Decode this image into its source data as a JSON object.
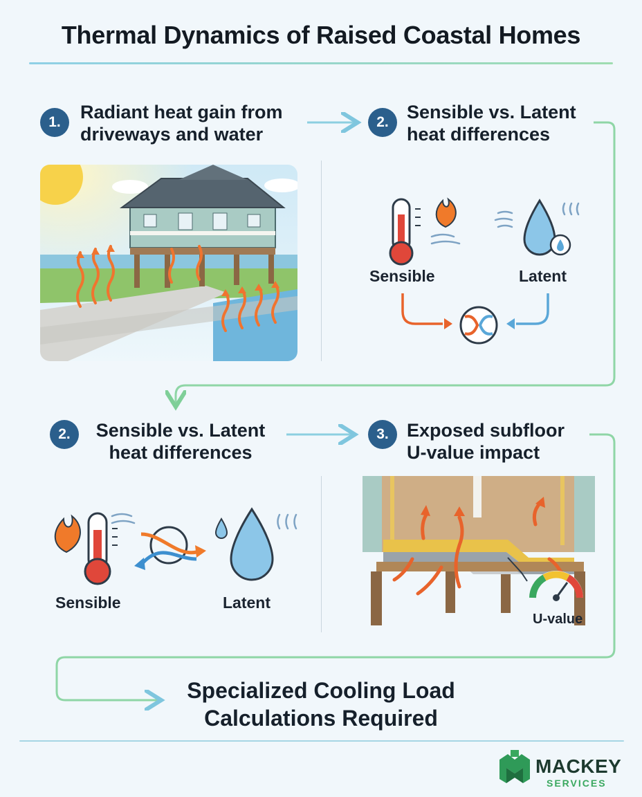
{
  "title": "Thermal Dynamics of Raised Coastal Homes",
  "steps": [
    {
      "number": "1.",
      "title_line1": "Radiant heat gain from",
      "title_line2": "driveways and water"
    },
    {
      "number": "2.",
      "title_line1": "Sensible vs. Latent",
      "title_line2": "heat differences",
      "label_sensible": "Sensible",
      "label_latent": "Latent"
    },
    {
      "number": "2.",
      "title_line1": "Sensible vs. Latent",
      "title_line2": "heat differences",
      "label_sensible": "Sensible",
      "label_latent": "Latent"
    },
    {
      "number": "3.",
      "title_line1": "Exposed subfloor",
      "title_line2": "U-value impact",
      "gauge_label": "U-value"
    }
  ],
  "conclusion": {
    "line1": "Specialized Cooling Load",
    "line2": "Calculations Required"
  },
  "brand": {
    "name": "MACKEY",
    "sub": "SERVICES"
  },
  "colors": {
    "accent_blue": "#2b5f8c",
    "heat": "#e8632b",
    "water": "#5aa7d8",
    "flow_green": "#7fcf98",
    "brand_green": "#3aa85f"
  }
}
